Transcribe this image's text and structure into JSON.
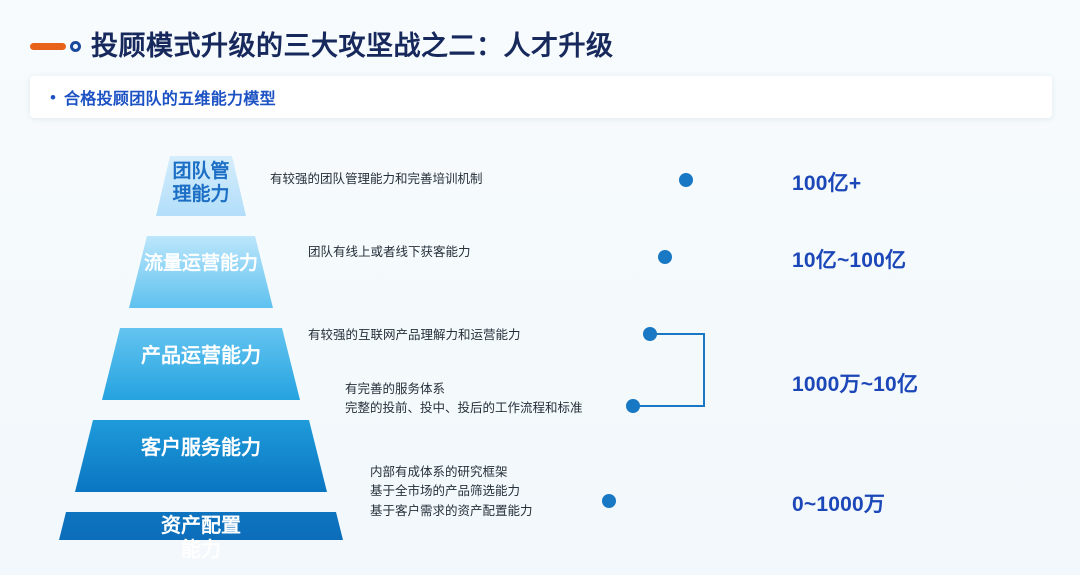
{
  "slide": {
    "background_color": "#f6fafc",
    "title": "投顾模式升级的三大攻坚战之二：人才升级",
    "title_color": "#17295c",
    "title_marker_dash_color": "#e8621a",
    "title_marker_ring_color": "#1a4a9c",
    "subtitle_bullet": "•",
    "subtitle": "合格投顾团队的五维能力模型",
    "subtitle_color": "#1c52c4"
  },
  "chart_data": {
    "type": "pyramid",
    "title": "合格投顾团队的五维能力模型",
    "levels": [
      {
        "rank": 1,
        "label": "团队管\n理能力",
        "description": "有较强的团队管理能力和完善培训机制",
        "value": "100亿+",
        "fill_start": "#cfeafb",
        "fill_end": "#b6e0f8",
        "text_color": "#1c6fc4"
      },
      {
        "rank": 2,
        "label": "流量运营能力",
        "description": "团队有线上或者线下获客能力",
        "value": "10亿~100亿",
        "fill_start": "#b7e3fa",
        "fill_end": "#63c3f0",
        "text_color": "#ffffff"
      },
      {
        "rank": 3,
        "label": "产品运营能力",
        "description": "有较强的互联网产品理解力和运营能力",
        "value": "1000万~10亿",
        "fill_start": "#63c2ef",
        "fill_end": "#2aa7e2",
        "text_color": "#ffffff"
      },
      {
        "rank": 4,
        "label": "客户服务能力",
        "description": "有完善的服务体系\n完整的投前、投中、投后的工作流程和标准",
        "value": "1000万~10亿",
        "fill_start": "#1f9ad9",
        "fill_end": "#0b79c4",
        "text_color": "#ffffff"
      },
      {
        "rank": 5,
        "label": "资产配置\n能力",
        "description": "内部有成体系的研究框架\n基于全市场的产品筛选能力\n基于客户需求的资产配置能力",
        "value": "0~1000万",
        "fill_start": "#0d72bf",
        "fill_end": "#0a66b4",
        "text_color": "#ffffff"
      }
    ],
    "value_groups": [
      {
        "value": "100亿+",
        "levels": [
          1
        ],
        "style": "single"
      },
      {
        "value": "10亿~100亿",
        "levels": [
          2
        ],
        "style": "single"
      },
      {
        "value": "1000万~10亿",
        "levels": [
          3,
          4
        ],
        "style": "bracket"
      },
      {
        "value": "0~1000万",
        "levels": [
          5
        ],
        "style": "single"
      }
    ],
    "connector_color": "#1878c4",
    "value_text_color": "#1c47b8"
  }
}
